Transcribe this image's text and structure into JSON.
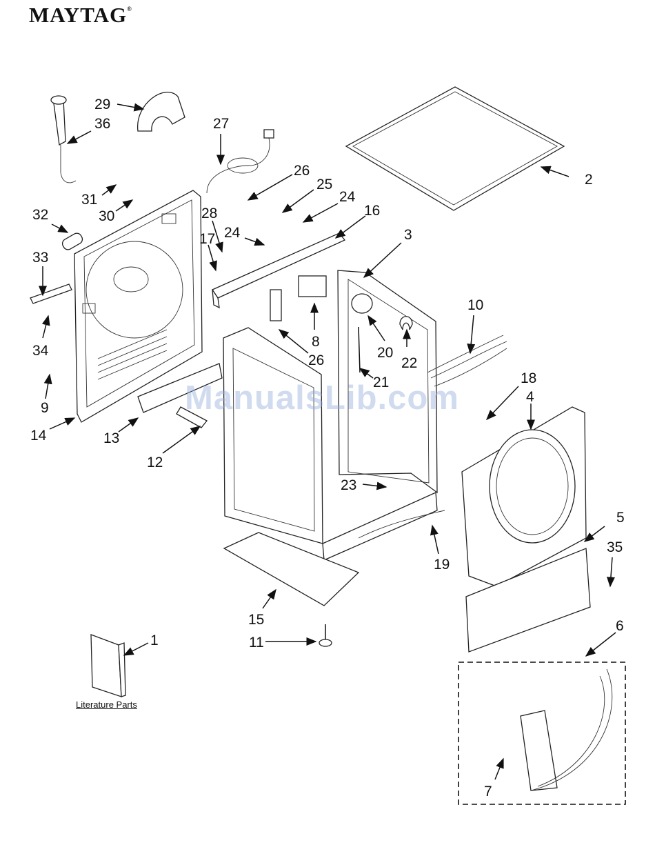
{
  "header": {
    "brand": "MAYTAG",
    "registered_mark": "®"
  },
  "watermark": "ManualsLib.com",
  "literature_caption": "Literature Parts",
  "callouts": [
    "1",
    "2",
    "3",
    "4",
    "5",
    "6",
    "7",
    "8",
    "9",
    "10",
    "11",
    "12",
    "13",
    "14",
    "15",
    "16",
    "17",
    "18",
    "19",
    "20",
    "21",
    "22",
    "23",
    "24",
    "24",
    "25",
    "26",
    "27",
    "28",
    "29",
    "30",
    "31",
    "32",
    "33",
    "34",
    "35",
    "35",
    "36"
  ],
  "colors": {
    "ink": "#111111",
    "background": "#ffffff",
    "watermark": "#96afdc"
  }
}
